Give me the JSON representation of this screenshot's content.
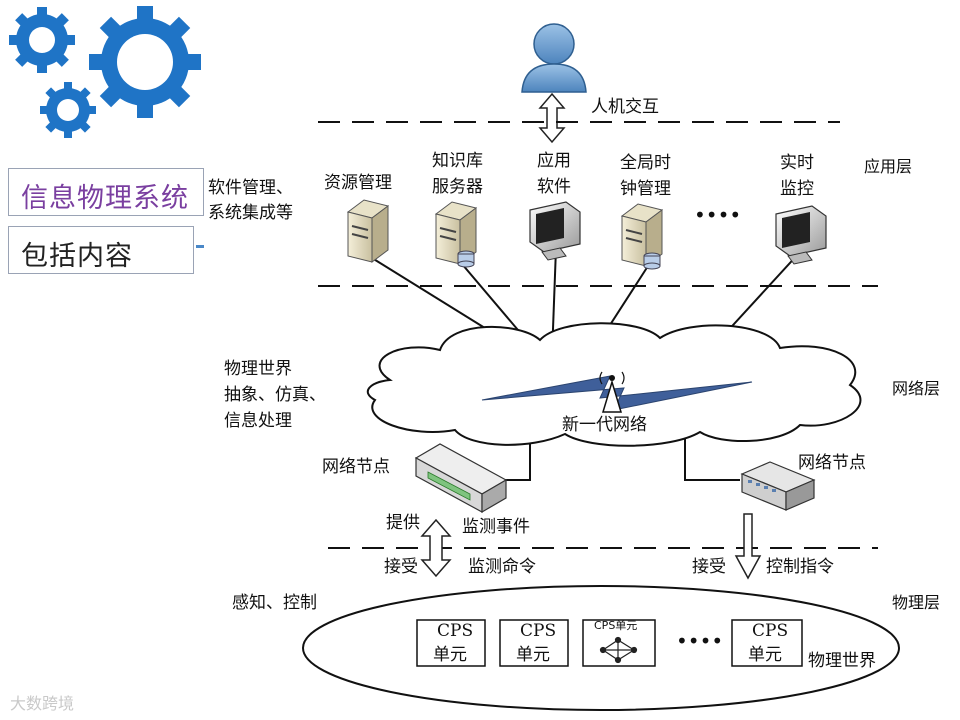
{
  "intro": {
    "title": "信息物理系统",
    "subtitle": "包括内容"
  },
  "layers": {
    "application": "应用层",
    "network": "网络层",
    "physical": "物理层"
  },
  "labels": {
    "hci": "人机交互",
    "software_mgmt_line1": "软件管理、",
    "software_mgmt_line2": "系统集成等",
    "resource_mgmt": "资源管理",
    "knowledge_line1": "知识库",
    "knowledge_line2": "服务器",
    "app_line1": "应用",
    "app_line2": "软件",
    "clock_line1": "全局时",
    "clock_line2": "钟管理",
    "ellipsis_top": "••••",
    "realtime_line1": "实时",
    "realtime_line2": "监控",
    "abstraction_line1": "物理世界",
    "abstraction_line2": "抽象、仿真、",
    "abstraction_line3": "信息处理",
    "new_network": "新一代网络",
    "node_left": "网络节点",
    "node_right": "网络节点",
    "provide": "提供",
    "monitor_event": "监测事件",
    "receive_left": "接受",
    "monitor_cmd": "监测命令",
    "receive_right": "接受",
    "control_cmd": "控制指令",
    "sense_control": "感知、控制",
    "physical_world": "物理世界"
  },
  "cps_units": [
    {
      "line1": "CPS",
      "line2": "单元"
    },
    {
      "line1": "CPS",
      "line2": "单元"
    },
    {
      "line1": "CPS单元",
      "line2": ""
    },
    {
      "line1": "CPS",
      "line2": "单元"
    }
  ],
  "cps_ellipsis": "••••",
  "watermark": "大数跨境",
  "colors": {
    "gear": "#1f74c6",
    "title_text": "#7a3fa0",
    "lightning": "#3f5f9a",
    "user_icon": "#6fa0cf"
  }
}
